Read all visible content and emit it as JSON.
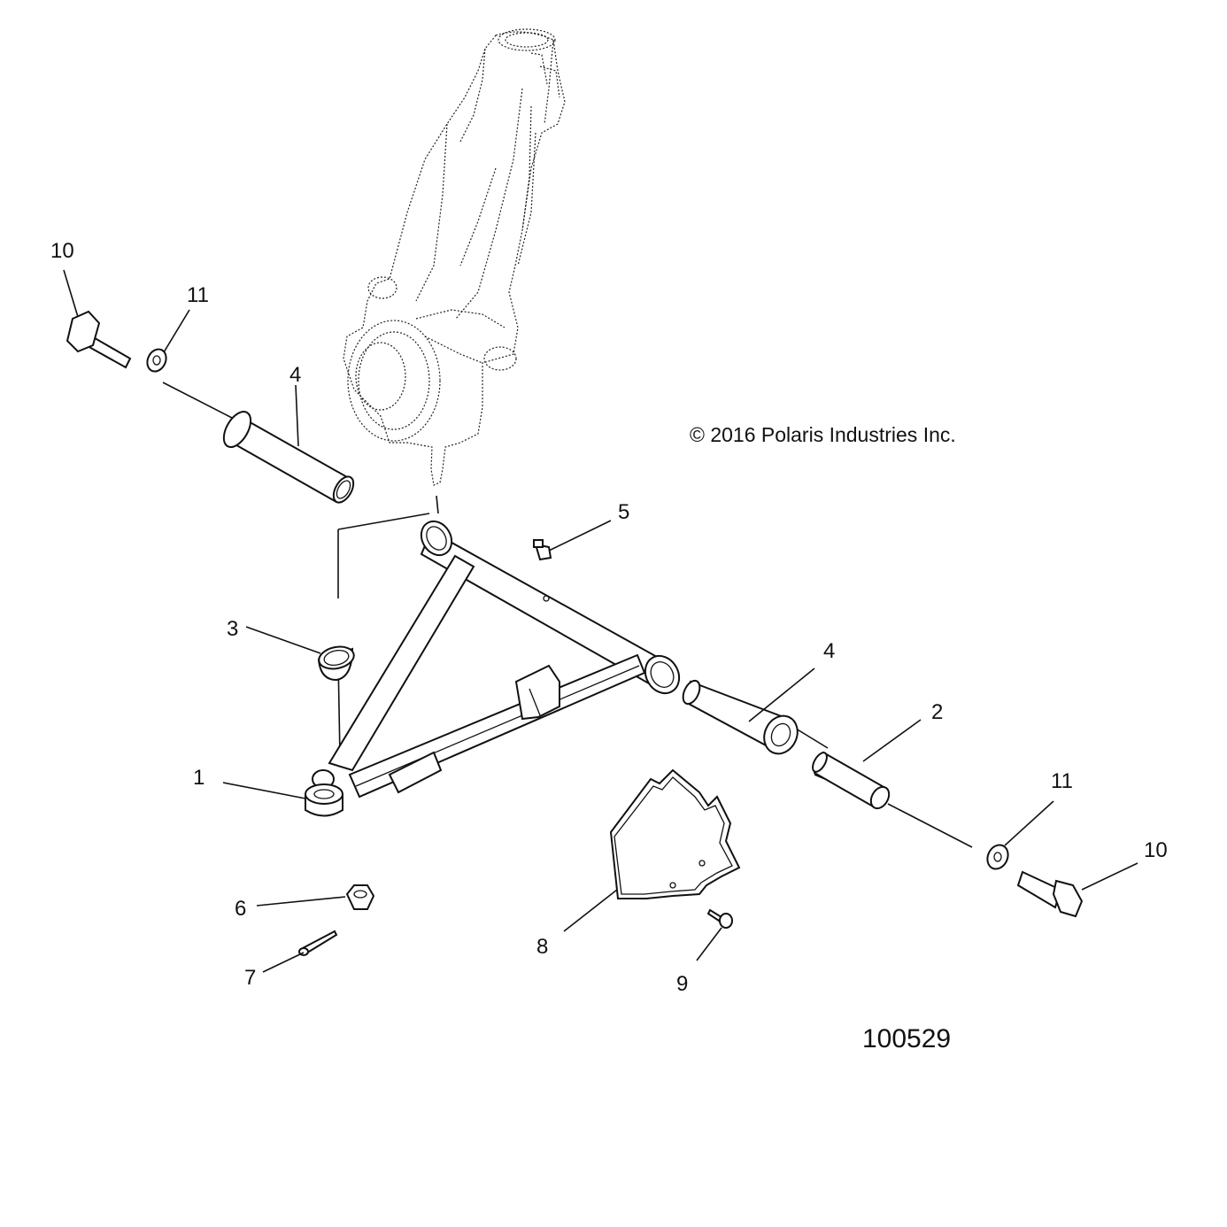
{
  "diagram": {
    "copyright": "© 2016 Polaris Industries Inc.",
    "diagram_id": "100529",
    "callouts": {
      "c1": "1",
      "c2": "2",
      "c3": "3",
      "c4_upper": "4",
      "c4_right": "4",
      "c5": "5",
      "c6": "6",
      "c7": "7",
      "c8": "8",
      "c9": "9",
      "c10_left": "10",
      "c10_right": "10",
      "c11_left": "11",
      "c11_right": "11"
    }
  }
}
